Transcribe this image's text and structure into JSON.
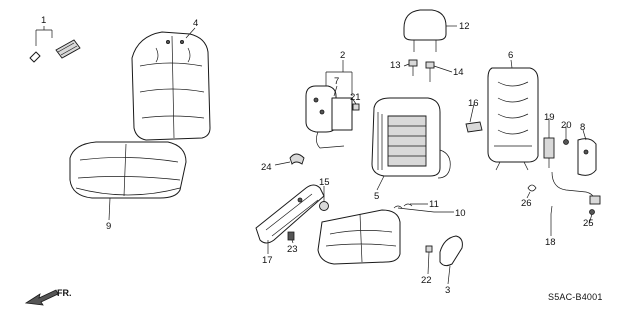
{
  "diagram": {
    "callouts": {
      "p1": "1",
      "p2": "2",
      "p3": "3",
      "p4": "4",
      "p5": "5",
      "p6": "6",
      "p7": "7",
      "p8": "8",
      "p9": "9",
      "p10": "10",
      "p11": "11",
      "p12": "12",
      "p13": "13",
      "p14": "14",
      "p15": "15",
      "p16": "16",
      "p17": "17",
      "p18": "18",
      "p19": "19",
      "p20": "20",
      "p21": "21",
      "p22": "22",
      "p23": "23",
      "p24": "24",
      "p25": "25",
      "p26": "26"
    },
    "direction_label": "FR.",
    "diagram_code": "S5AC-B4001"
  }
}
